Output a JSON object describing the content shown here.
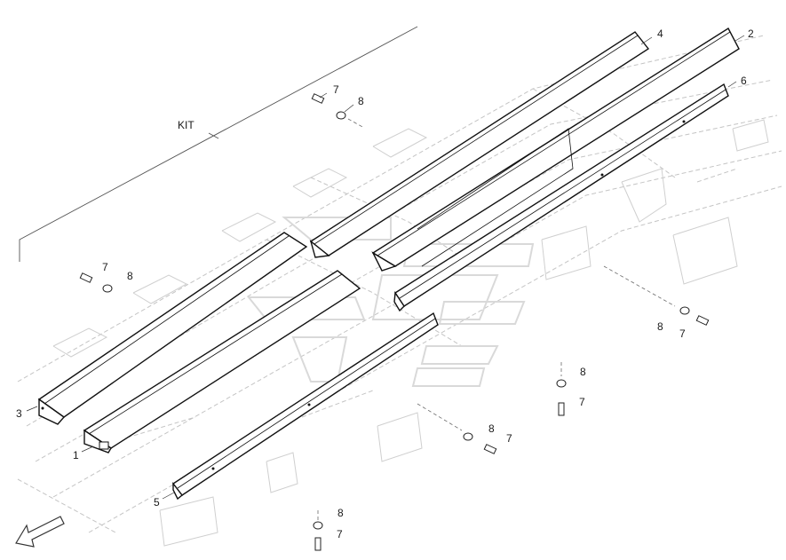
{
  "kit_label": "KIT",
  "callouts": {
    "c1": "1",
    "c2": "2",
    "c3": "3",
    "c4": "4",
    "c5": "5",
    "c6": "6",
    "c7a": "7",
    "c8a": "8",
    "c7b": "7",
    "c8b": "8",
    "c7c": "7",
    "c8c": "8",
    "c7d": "7",
    "c8d": "8",
    "c7e": "7",
    "c8e": "8",
    "c7f": "7",
    "c8f": "8"
  },
  "icons": {
    "direction": "forward-arrow-icon",
    "watermark": "brand-logo-watermark"
  },
  "colors": {
    "line": "#111111",
    "ghost": "#c4c4c4"
  }
}
